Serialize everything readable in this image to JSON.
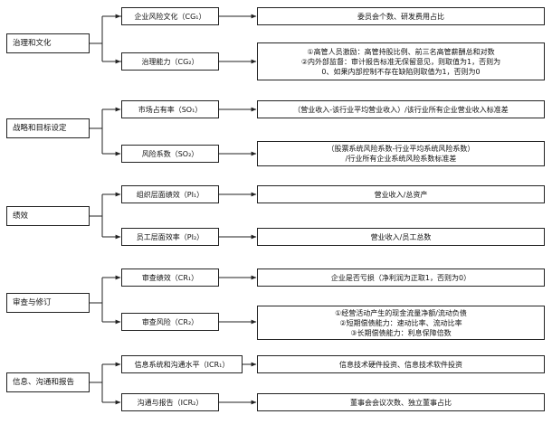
{
  "groups": [
    {
      "root": "治理和文化",
      "items": [
        {
          "label": "企业风险文化（CG₁）",
          "desc": [
            "委员会个数、研发费用占比"
          ]
        },
        {
          "label": "治理能力（CG₂）",
          "desc": [
            "①高管人员激励：高管持股比例、前三名高管薪酬总和对数",
            "②内外部监督：审计报告标准无保留意见，则取值为1，否则为",
            "0、如果内部控制不存在缺陷则取值为1，否则为0"
          ]
        }
      ]
    },
    {
      "root": "战略和目标设定",
      "items": [
        {
          "label": "市场占有率（SO₁）",
          "desc": [
            "（营业收入-该行业平均营业收入）/该行业所有企业营业收入标准差"
          ]
        },
        {
          "label": "风险系数（SO₂）",
          "desc": [
            "（股票系统风险系数-行业平均系统风险系数）",
            "/行业所有企业系统风险系数标准差"
          ]
        }
      ]
    },
    {
      "root": "绩效",
      "items": [
        {
          "label": "组织层面绩效（PI₁）",
          "desc": [
            "营业收入/总资产"
          ]
        },
        {
          "label": "员工层面效率（PI₂）",
          "desc": [
            "营业收入/员工总数"
          ]
        }
      ]
    },
    {
      "root": "审查与修订",
      "items": [
        {
          "label": "审查绩效（CR₁）",
          "desc": [
            "企业是否亏损（净利润为正取1，否则为0）"
          ]
        },
        {
          "label": "审查风险（CR₂）",
          "desc": [
            "①经营活动产生的现金流量净额/流动负债",
            "②短期偿债能力：速动比率、流动比率",
            "③长期偿债能力：利息保障倍数"
          ]
        }
      ]
    },
    {
      "root": "信息、沟通和报告",
      "items": [
        {
          "label": "信息系统和沟通水平（ICR₁）",
          "desc": [
            "信息技术硬件投资、信息技术软件投资"
          ]
        },
        {
          "label": "沟通与报告（ICR₂）",
          "desc": [
            "董事会会议次数、独立董事占比"
          ]
        }
      ]
    }
  ]
}
